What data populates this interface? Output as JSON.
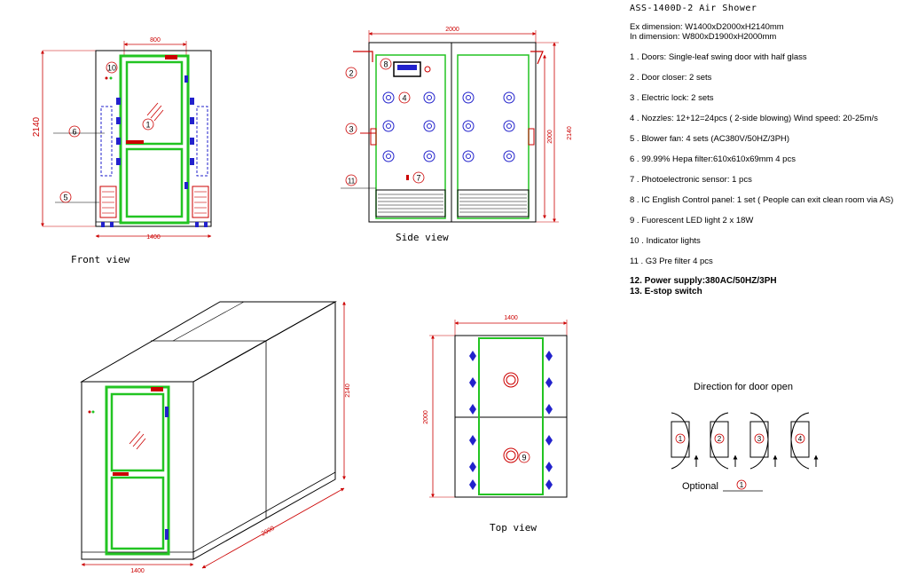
{
  "spec": {
    "title": "ASS-1400D-2  Air Shower",
    "ex_dimension": "Ex dimension: W1400xD2000xH2140mm",
    "in_dimension": "In dimension: W800xD1900xH2000mm",
    "items": [
      "1  .  Doors: Single-leaf swing door with half glass",
      "2  .  Door closer: 2 sets",
      "3  .  Electric lock: 2 sets",
      "4  .  Nozzles: 12+12=24pcs ( 2-side blowing)  Wind speed: 20-25m/s",
      "5  . Blower fan:  4 sets   (AC380V/50HZ/3PH)",
      "6  .  99.99% Hepa filter:610x610x69mm 4 pcs",
      "7  .  Photoelectronic sensor: 1 pcs",
      "8  . IC English Control  panel: 1 set   ( People can exit clean room via AS)",
      "9  .  Fuorescent LED light  2 x 18W",
      "10  . Indicator lights",
      "11  . G3 Pre filter  4 pcs"
    ],
    "bold_items": [
      "12.  Power supply:380AC/50HZ/3PH",
      "13. E-stop switch"
    ]
  },
  "views": {
    "front": "Front view",
    "side": "Side view",
    "top": "Top view"
  },
  "front_dims": {
    "top": "800",
    "bottom": "1400",
    "height": "2140"
  },
  "side_dims": {
    "top": "2000",
    "inner_height": "2000",
    "outer_height": "2140"
  },
  "iso_dims": {
    "height": "2140",
    "depth": "2000",
    "width": "1400"
  },
  "top_dims": {
    "width": "1400",
    "depth": "2000"
  },
  "callouts": [
    "1",
    "2",
    "3",
    "4",
    "5",
    "6",
    "7",
    "8",
    "9",
    "10",
    "11"
  ],
  "door_direction": {
    "title": "Direction for door open",
    "options": [
      "1",
      "2",
      "3",
      "4"
    ],
    "optional_label": "Optional",
    "optional_value": "1"
  },
  "colors": {
    "frame_green": "#22c422",
    "nozzle_blue": "#2222cc",
    "callout_red": "#dd0000",
    "line": "#000000"
  }
}
